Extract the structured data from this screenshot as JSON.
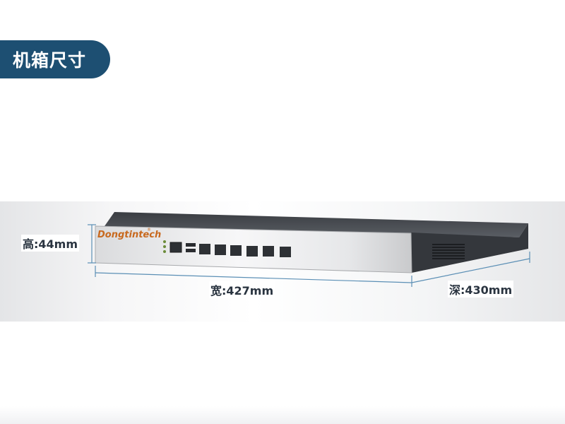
{
  "header": {
    "title": "机箱尺寸"
  },
  "dimensions": {
    "height": "高:44mm",
    "width": "宽:427mm",
    "depth": "深:430mm"
  },
  "device": {
    "brand": "Dongtintech",
    "brand_mark": "®",
    "lan_port_count": 6
  },
  "colors": {
    "header_bg": "#1d4f72",
    "brand": "#c8691e",
    "dimension_line": "#5b8fb5"
  }
}
